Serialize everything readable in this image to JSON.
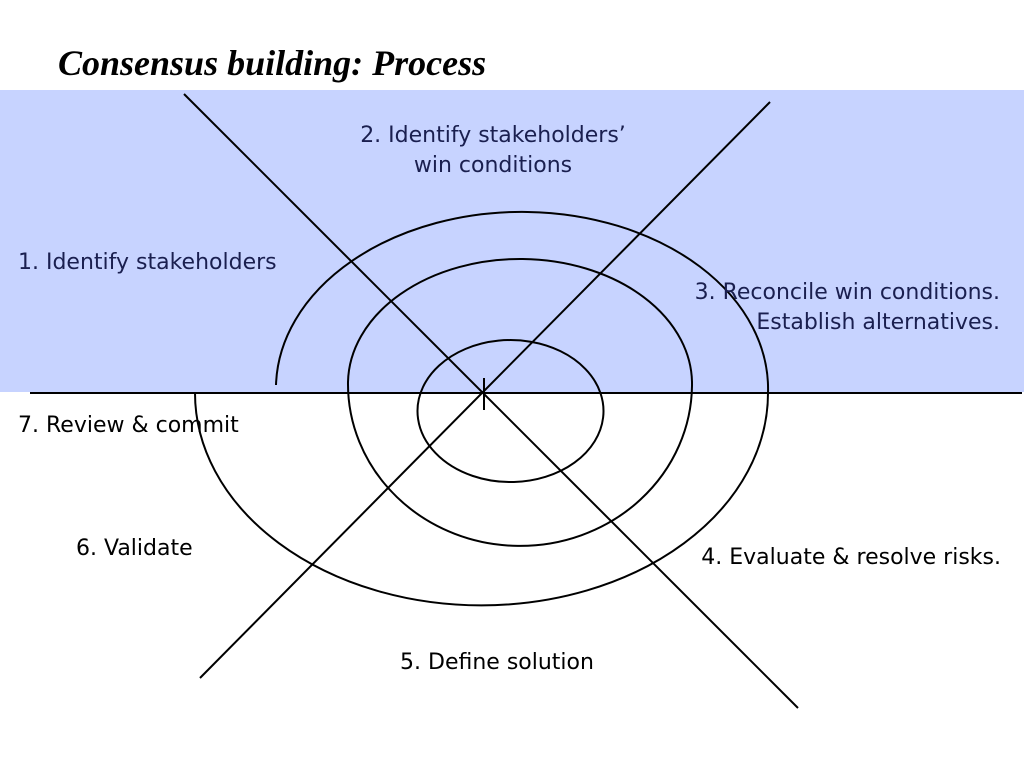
{
  "title": "Consensus building: Process",
  "colors": {
    "band": "#c7d3ff",
    "band_text": "#1a1f4f",
    "text": "#000000",
    "stroke": "#000000"
  },
  "steps": [
    {
      "lines": [
        "1. Identify stakeholders"
      ]
    },
    {
      "lines": [
        "2. Identify stakeholders’",
        "win conditions"
      ]
    },
    {
      "lines": [
        "3. Reconcile win conditions.",
        "Establish alternatives."
      ]
    },
    {
      "lines": [
        "4. Evaluate & resolve risks."
      ]
    },
    {
      "lines": [
        "5. Define solution"
      ]
    },
    {
      "lines": [
        "6. Validate"
      ]
    },
    {
      "lines": [
        "7. Review & commit"
      ]
    }
  ]
}
